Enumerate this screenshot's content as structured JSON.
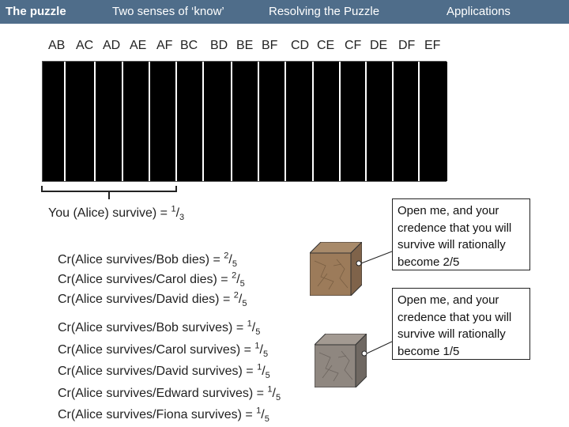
{
  "nav": {
    "tabs": [
      {
        "label": "The puzzle",
        "active": true
      },
      {
        "label": "Two senses of ‘know’",
        "active": false
      },
      {
        "label": "Resolving the Puzzle",
        "active": false
      },
      {
        "label": "Applications",
        "active": false
      }
    ]
  },
  "pairs": [
    "AB",
    "AC",
    "AD",
    "AE",
    "AF",
    "BC",
    "BD",
    "BE",
    "BF",
    "CD",
    "CE",
    "CF",
    "DE",
    "DF",
    "EF"
  ],
  "alice_line": {
    "text": "You (Alice) survive) = ",
    "num": "1",
    "den": "3"
  },
  "given_dies": [
    {
      "text": "Cr(Alice survives/Bob dies) =  ",
      "num": "2",
      "den": "5"
    },
    {
      "text": "Cr(Alice survives/Carol dies) = ",
      "num": "2",
      "den": "5"
    },
    {
      "text": "Cr(Alice survives/David dies) = ",
      "num": "2",
      "den": "5"
    }
  ],
  "given_survives": [
    {
      "text": "Cr(Alice survives/Bob survives) = ",
      "num": "1",
      "den": "5"
    },
    {
      "text": "Cr(Alice survives/Carol survives) = ",
      "num": "1",
      "den": "5"
    },
    {
      "text": "Cr(Alice survives/David survives) = ",
      "num": "1",
      "den": "5"
    },
    {
      "text": "Cr(Alice survives/Edward survives) = ",
      "num": "1",
      "den": "5"
    },
    {
      "text": "Cr(Alice survives/Fiona survives) = ",
      "num": "1",
      "den": "5"
    }
  ],
  "callouts": {
    "top": "Open me, and your credence that you will survive will rationally become 2/5",
    "bottom": "Open me, and your credence that you will survive will rationally become 1/5"
  },
  "colors": {
    "topbar": "#4f6d8a",
    "box_top": "#a88a6a",
    "box_front": "#9c7b5a",
    "box_side": "#7f634a",
    "box2_top": "#a39a92",
    "box2_front": "#8f8780",
    "box2_side": "#6f6862"
  }
}
